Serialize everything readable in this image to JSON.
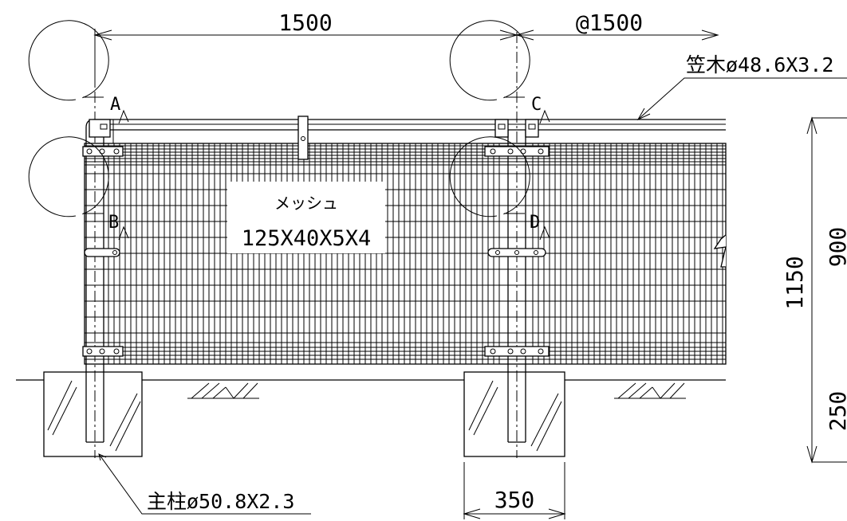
{
  "dimensions": {
    "span": "1500",
    "pitch": "@1500",
    "height_total": "1150",
    "height_mesh": "900",
    "height_foundation": "250",
    "foundation_width": "350"
  },
  "labels": {
    "rail": "笠木ø48.6X3.2",
    "post": "主柱ø50.8X2.3",
    "mesh_name": "メッシュ",
    "mesh_spec": "125X40X5X4"
  },
  "details": [
    "A",
    "B",
    "C",
    "D"
  ]
}
